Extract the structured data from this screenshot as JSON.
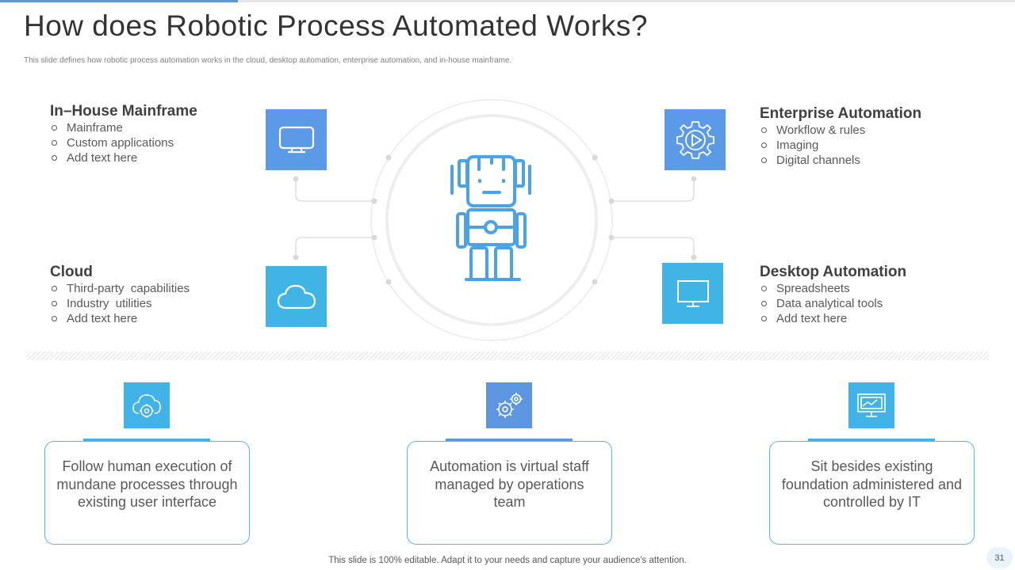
{
  "title": "How does Robotic Process Automated Works?",
  "subtitle": "This slide defines how robotic process automation works in the cloud, desktop automation, enterprise automation, and in-house mainframe.",
  "blocks": [
    {
      "heading": "In–House Mainframe",
      "items": [
        "Mainframe",
        "Custom applications",
        "Add text here"
      ],
      "icon": "monitor-icon"
    },
    {
      "heading": "Enterprise Automation",
      "items": [
        "Workflow & rules",
        "Imaging",
        "Digital channels"
      ],
      "icon": "gear-play-icon"
    },
    {
      "heading": "Cloud",
      "items": [
        "Third-party  capabilities",
        "Industry  utilities",
        "Add text here"
      ],
      "icon": "cloud-icon"
    },
    {
      "heading": "Desktop Automation",
      "items": [
        "Spreadsheets",
        "Data analytical tools",
        "Add text here"
      ],
      "icon": "desktop-icon"
    }
  ],
  "center_icon": "robot-icon",
  "cards": [
    {
      "text": "Follow human execution of mundane processes through existing user interface",
      "icon": "cloud-gear-icon"
    },
    {
      "text": "Automation is virtual staff managed by operations team",
      "icon": "gears-icon"
    },
    {
      "text": "Sit besides existing foundation administered and controlled by IT",
      "icon": "monitor-chart-icon"
    }
  ],
  "colors": {
    "blue": "#5b9ae6",
    "cyan": "#41b3e8",
    "robot": "#4aa3e6"
  },
  "footer": "This slide is 100% editable. Adapt it to your needs and capture your audience's attention.",
  "page_number": "31"
}
